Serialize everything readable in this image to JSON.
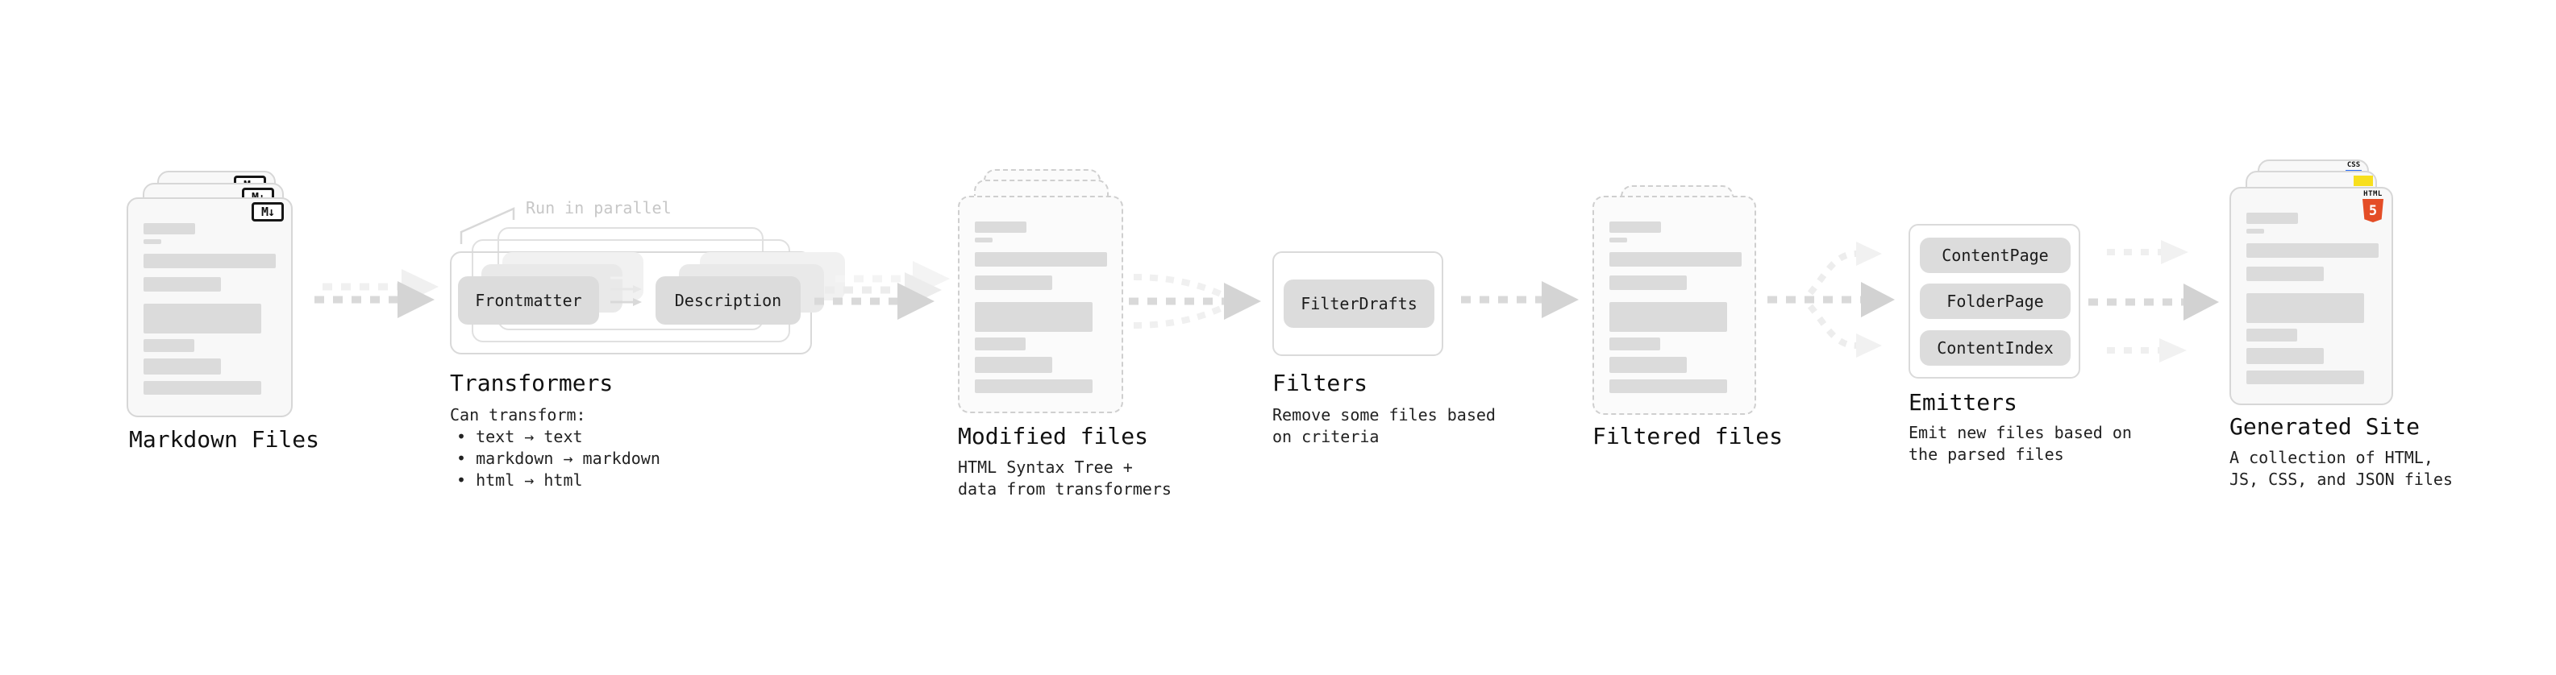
{
  "diagram": {
    "nodes": {
      "markdown_files": {
        "label": "Markdown Files",
        "icon_text": "M↓"
      },
      "transformers": {
        "label": "Transformers",
        "annotation": "Run in parallel",
        "boxes": [
          "Frontmatter",
          "Description"
        ],
        "desc": [
          "Can transform:",
          "• text → text",
          "• markdown → markdown",
          "• html → html"
        ]
      },
      "modified_files": {
        "label": "Modified files",
        "desc": [
          "HTML Syntax Tree +",
          "data from transformers"
        ]
      },
      "filters": {
        "label": "Filters",
        "boxes": [
          "FilterDrafts"
        ],
        "desc": [
          "Remove some files based",
          "on criteria"
        ]
      },
      "filtered_files": {
        "label": "Filtered files"
      },
      "emitters": {
        "label": "Emitters",
        "boxes": [
          "ContentPage",
          "FolderPage",
          "ContentIndex"
        ],
        "desc": [
          "Emit new files based on",
          "the parsed files"
        ]
      },
      "generated_site": {
        "label": "Generated Site",
        "desc": [
          "A collection of HTML,",
          "JS, CSS, and JSON files"
        ],
        "badges": {
          "html_label": "HTML",
          "html_number": "5",
          "css_label": "CSS"
        }
      }
    },
    "colors": {
      "html_orange": "#e44d26",
      "js_yellow": "#f7df1e",
      "css_blue": "#2b6bf3",
      "arrow_main": "#d6d6d6",
      "arrow_ghost": "#efefef"
    }
  }
}
